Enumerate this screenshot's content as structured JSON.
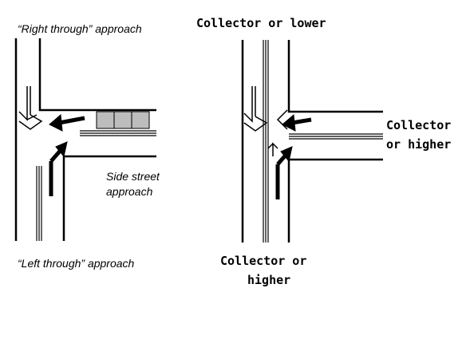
{
  "left_diagram": {
    "label_top": "“Right through” approach",
    "label_side_line1": "Side street",
    "label_side_line2": "approach",
    "label_bottom": "“Left through” approach"
  },
  "right_diagram": {
    "label_top": "Collector or lower",
    "label_right_line1": "Collector",
    "label_right_line2": "or higher",
    "label_bottom_line1": "Collector or",
    "label_bottom_line2": "higher"
  },
  "colors": {
    "line": "#000000",
    "queue_vehicle": "#bdbdbd",
    "background": "#ffffff"
  }
}
